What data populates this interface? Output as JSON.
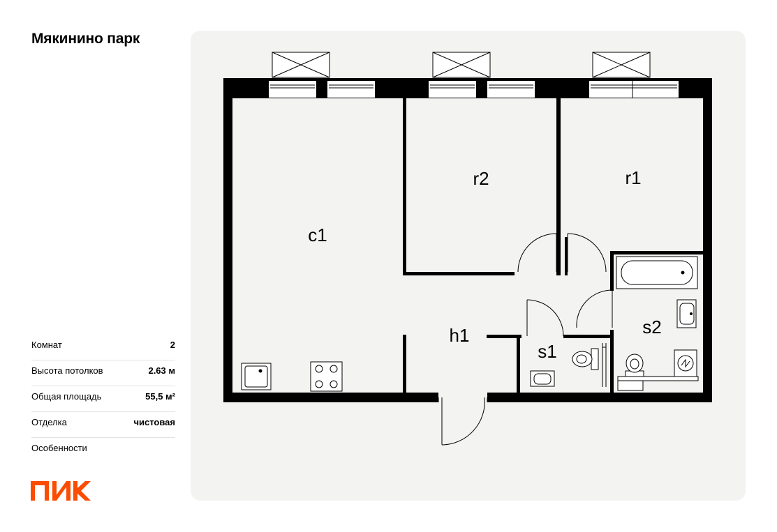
{
  "project": {
    "title": "Мякинино парк"
  },
  "specs": [
    {
      "label": "Комнат",
      "value": "2"
    },
    {
      "label": "Высота потолков",
      "value": "2.63 м"
    },
    {
      "label": "Общая площадь",
      "value": "55,5 м²"
    },
    {
      "label": "Отделка",
      "value": "чистовая"
    },
    {
      "label": "Особенности",
      "value": ""
    }
  ],
  "brand": {
    "logo_text": "ПИК",
    "logo_color": "#fc4c02"
  },
  "plan": {
    "rooms": [
      {
        "id": "c1",
        "label": "c1"
      },
      {
        "id": "r2",
        "label": "r2"
      },
      {
        "id": "r1",
        "label": "r1"
      },
      {
        "id": "h1",
        "label": "h1"
      },
      {
        "id": "s1",
        "label": "s1"
      },
      {
        "id": "s2",
        "label": "s2"
      }
    ]
  }
}
